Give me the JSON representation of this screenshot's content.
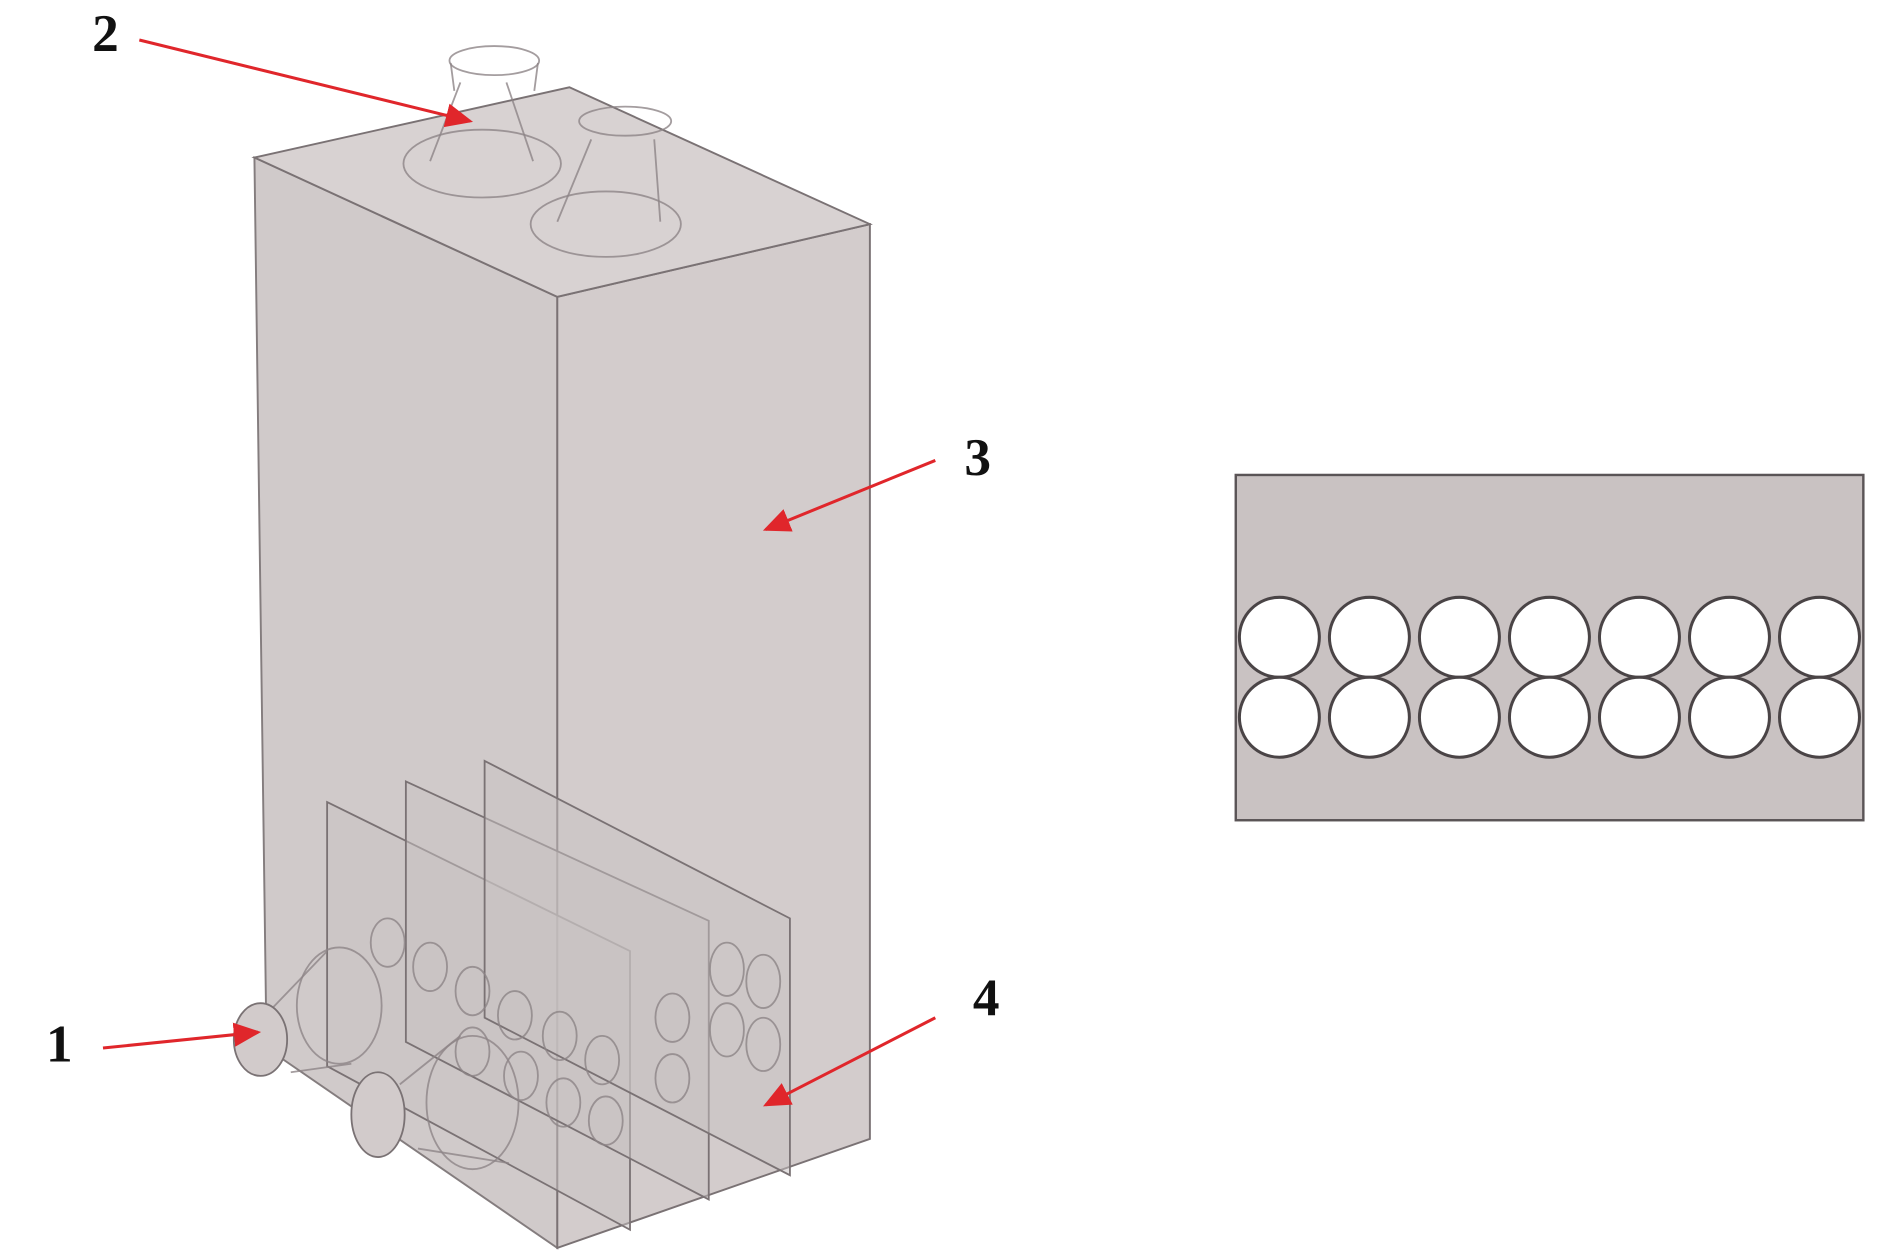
{
  "figure": {
    "labels": [
      "1",
      "2",
      "3",
      "4"
    ],
    "plate_holes": {
      "rows": 2,
      "columns": 7
    },
    "colors": {
      "body": "#cdc6c6",
      "arrow": "#e0262b",
      "edge": "#7a7274"
    }
  }
}
